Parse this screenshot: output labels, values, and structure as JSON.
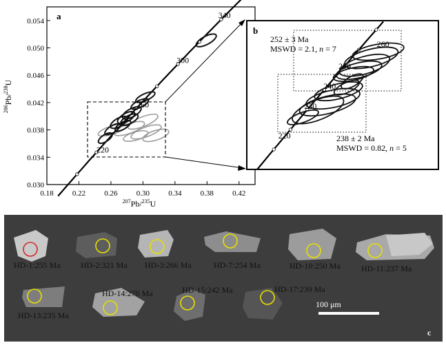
{
  "colors": {
    "concordia": "#000000",
    "ellipse_dark": "#111111",
    "ellipse_gray": "#9a9a9a",
    "cl_panel_bg": "#3d3d3d",
    "spot_yellow": "#e6e000",
    "spot_red": "#d42a2a",
    "label_dark": "#111111",
    "scale_bar": "#ffffff"
  },
  "chart_data": [
    {
      "panel": "a",
      "type": "scatter",
      "subtype": "concordia",
      "panel_label": "a",
      "xlabel_iso": "207",
      "xlabel_main": "Pb/",
      "xlabel_iso2": "235",
      "xlabel_tail": "U",
      "ylabel_iso": "206",
      "ylabel_main": "Pb/",
      "ylabel_iso2": "238",
      "ylabel_tail": "U",
      "xlim": [
        0.18,
        0.44
      ],
      "ylim": [
        0.03,
        0.056
      ],
      "x_ticks": [
        "0.18",
        "0.22",
        "0.26",
        "0.30",
        "0.34",
        "0.38",
        "0.42"
      ],
      "y_ticks": [
        "0.030",
        "0.034",
        "0.038",
        "0.042",
        "0.046",
        "0.050",
        "0.054"
      ],
      "age_labels": [
        {
          "age": "220",
          "x": 0.242,
          "y": 0.0347
        },
        {
          "age": "260",
          "x": 0.292,
          "y": 0.0413
        },
        {
          "age": "300",
          "x": 0.342,
          "y": 0.0478
        },
        {
          "age": "340",
          "x": 0.394,
          "y": 0.0544
        }
      ],
      "concordia_ticks_ma": [
        200,
        220,
        240,
        260,
        280,
        300,
        320,
        340,
        360
      ],
      "ellipses_dark": [
        {
          "x": 0.253,
          "y": 0.0368,
          "rx": 0.01,
          "ry": 0.0005,
          "angle": 33
        },
        {
          "x": 0.262,
          "y": 0.0381,
          "rx": 0.011,
          "ry": 0.0005,
          "angle": 32
        },
        {
          "x": 0.27,
          "y": 0.0391,
          "rx": 0.012,
          "ry": 0.0006,
          "angle": 30
        },
        {
          "x": 0.279,
          "y": 0.0398,
          "rx": 0.012,
          "ry": 0.0006,
          "angle": 30
        },
        {
          "x": 0.286,
          "y": 0.0405,
          "rx": 0.013,
          "ry": 0.0006,
          "angle": 28
        },
        {
          "x": 0.283,
          "y": 0.0395,
          "rx": 0.012,
          "ry": 0.0006,
          "angle": 28
        },
        {
          "x": 0.275,
          "y": 0.0386,
          "rx": 0.011,
          "ry": 0.0005,
          "angle": 30
        },
        {
          "x": 0.296,
          "y": 0.0418,
          "rx": 0.012,
          "ry": 0.0005,
          "angle": 26
        },
        {
          "x": 0.303,
          "y": 0.0428,
          "rx": 0.013,
          "ry": 0.0005,
          "angle": 24
        },
        {
          "x": 0.379,
          "y": 0.0511,
          "rx": 0.014,
          "ry": 0.0006,
          "angle": 28
        }
      ],
      "ellipses_gray": [
        {
          "x": 0.262,
          "y": 0.038,
          "rx": 0.019,
          "ry": 0.0006,
          "angle": 18
        },
        {
          "x": 0.283,
          "y": 0.0382,
          "rx": 0.02,
          "ry": 0.0007,
          "angle": 20
        },
        {
          "x": 0.3,
          "y": 0.0392,
          "rx": 0.02,
          "ry": 0.0007,
          "angle": 22
        },
        {
          "x": 0.304,
          "y": 0.0377,
          "rx": 0.02,
          "ry": 0.0007,
          "angle": 20
        },
        {
          "x": 0.316,
          "y": 0.0372,
          "rx": 0.017,
          "ry": 0.0007,
          "angle": 18
        },
        {
          "x": 0.291,
          "y": 0.0371,
          "rx": 0.016,
          "ry": 0.0006,
          "angle": 16
        }
      ]
    },
    {
      "panel": "b",
      "type": "scatter",
      "subtype": "concordia-inset",
      "panel_label": "b",
      "xlim": [
        0.21,
        0.35
      ],
      "ylim": [
        0.0315,
        0.0435
      ],
      "age_labels": [
        {
          "age": "220",
          "x": 0.233,
          "y": 0.034
        },
        {
          "age": "230",
          "x": 0.252,
          "y": 0.0364
        },
        {
          "age": "240",
          "x": 0.266,
          "y": 0.038
        },
        {
          "age": "250",
          "x": 0.277,
          "y": 0.0396
        },
        {
          "age": "260",
          "x": 0.305,
          "y": 0.0414
        }
      ],
      "concordia_ticks_ma": [
        210,
        220,
        230,
        240,
        250,
        260,
        270
      ],
      "group_upper": {
        "age_text": "252 ± 3 Ma",
        "mswd_text": "MSWD = 2.1, ",
        "n_text": "n",
        "n_value": " = 7"
      },
      "group_lower": {
        "age_text": "238 ± 2 Ma",
        "mswd_text": "MSWD = 0.82, ",
        "n_text": "n",
        "n_value": " = 5"
      },
      "ellipses": [
        {
          "x": 0.306,
          "y": 0.041,
          "rx": 0.019,
          "ry": 0.0006,
          "angle": 10
        },
        {
          "x": 0.301,
          "y": 0.0405,
          "rx": 0.02,
          "ry": 0.0007,
          "angle": 14
        },
        {
          "x": 0.296,
          "y": 0.0399,
          "rx": 0.019,
          "ry": 0.0007,
          "angle": 16
        },
        {
          "x": 0.292,
          "y": 0.0395,
          "rx": 0.017,
          "ry": 0.0006,
          "angle": 14
        },
        {
          "x": 0.288,
          "y": 0.0392,
          "rx": 0.015,
          "ry": 0.0005,
          "angle": 12
        },
        {
          "x": 0.287,
          "y": 0.0386,
          "rx": 0.009,
          "ry": 0.0004,
          "angle": 30
        },
        {
          "x": 0.283,
          "y": 0.0381,
          "rx": 0.01,
          "ry": 0.0004,
          "angle": 25
        },
        {
          "x": 0.277,
          "y": 0.0378,
          "rx": 0.018,
          "ry": 0.0006,
          "angle": 14
        },
        {
          "x": 0.273,
          "y": 0.0372,
          "rx": 0.02,
          "ry": 0.0007,
          "angle": 12
        },
        {
          "x": 0.269,
          "y": 0.0367,
          "rx": 0.021,
          "ry": 0.0007,
          "angle": 14
        },
        {
          "x": 0.262,
          "y": 0.0363,
          "rx": 0.02,
          "ry": 0.0008,
          "angle": 22
        },
        {
          "x": 0.251,
          "y": 0.0357,
          "rx": 0.012,
          "ry": 0.0004,
          "angle": 20
        }
      ]
    }
  ],
  "cl_panel": {
    "panel_label": "c",
    "scale_label": "100 μm",
    "grains": [
      {
        "label": "HD-1:255 Ma",
        "spot": "red"
      },
      {
        "label": "HD-2:321 Ma",
        "spot": "yellow"
      },
      {
        "label": "HD-3:266 Ma",
        "spot": "yellow"
      },
      {
        "label": "HD-7:254 Ma",
        "spot": "yellow"
      },
      {
        "label": "HD-10:250 Ma",
        "spot": "yellow"
      },
      {
        "label": "HD-11:237 Ma",
        "spot": "yellow"
      },
      {
        "label": "HD-13:235 Ma",
        "spot": "yellow"
      },
      {
        "label": "HD-14:270 Ma",
        "spot": "yellow"
      },
      {
        "label": "HD-15:242 Ma",
        "spot": "yellow"
      },
      {
        "label": "HD-17:239 Ma",
        "spot": "yellow"
      }
    ]
  }
}
